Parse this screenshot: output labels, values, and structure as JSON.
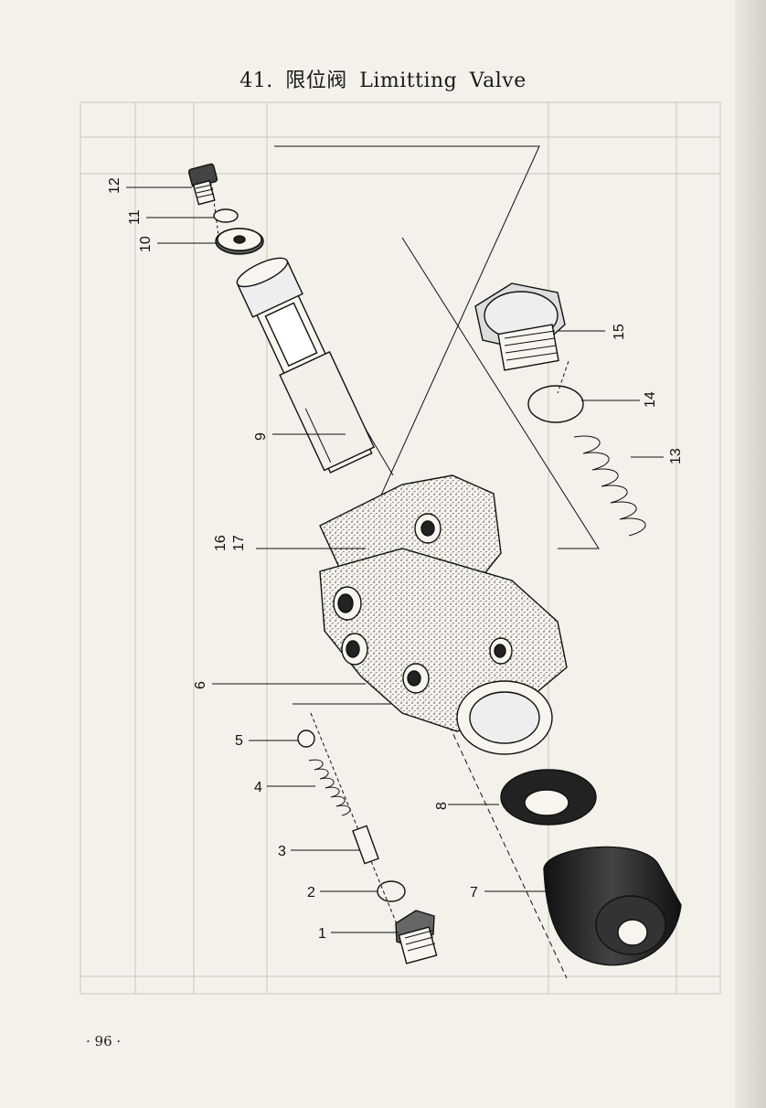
{
  "document": {
    "title_cn": "41. 限位阀",
    "title_en": "Limitting  Valve",
    "page_number": "· 96 ·"
  },
  "callouts": [
    {
      "id": "c1",
      "label": "1"
    },
    {
      "id": "c2",
      "label": "2"
    },
    {
      "id": "c3",
      "label": "3"
    },
    {
      "id": "c4",
      "label": "4"
    },
    {
      "id": "c5",
      "label": "5"
    },
    {
      "id": "c6",
      "label": "6"
    },
    {
      "id": "c7",
      "label": "7"
    },
    {
      "id": "c8",
      "label": "8"
    },
    {
      "id": "c9",
      "label": "9"
    },
    {
      "id": "c10",
      "label": "10"
    },
    {
      "id": "c11",
      "label": "11"
    },
    {
      "id": "c12",
      "label": "12"
    },
    {
      "id": "c13",
      "label": "13"
    },
    {
      "id": "c14",
      "label": "14"
    },
    {
      "id": "c15",
      "label": "15"
    },
    {
      "id": "c16",
      "label": "16"
    },
    {
      "id": "c17",
      "label": "17"
    }
  ]
}
